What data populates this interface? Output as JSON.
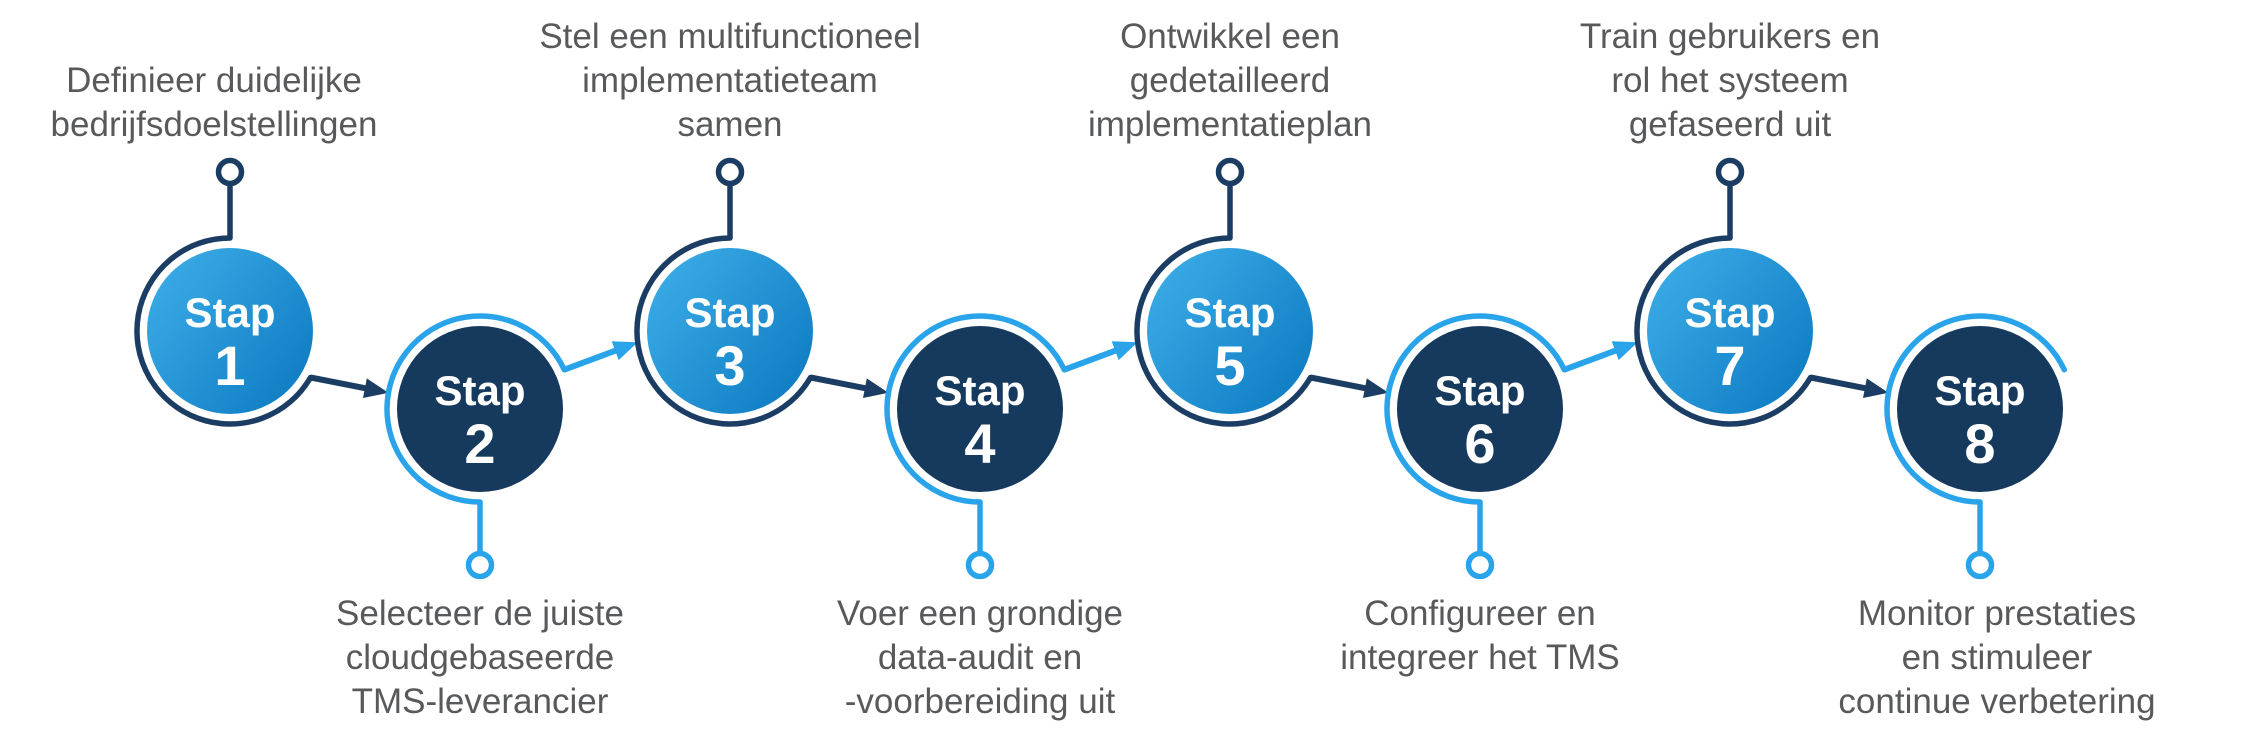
{
  "diagram": {
    "step_word": "Stap",
    "steps": [
      {
        "number": "1",
        "variant": "light",
        "label_position": "top",
        "description": "Definieer duidelijke\nbedrijfsdoelstellingen"
      },
      {
        "number": "2",
        "variant": "dark",
        "label_position": "bottom",
        "description": "Selecteer de juiste\ncloudgebaseerde\nTMS-leverancier"
      },
      {
        "number": "3",
        "variant": "light",
        "label_position": "top",
        "description": "Stel een multifunctioneel\nimplementatieteam\nsamen"
      },
      {
        "number": "4",
        "variant": "dark",
        "label_position": "bottom",
        "description": "Voer een grondige\ndata-audit en\n-voorbereiding uit"
      },
      {
        "number": "5",
        "variant": "light",
        "label_position": "top",
        "description": "Ontwikkel een\ngedetailleerd\nimplementatieplan"
      },
      {
        "number": "6",
        "variant": "dark",
        "label_position": "bottom",
        "description": "Configureer en\nintegreer het TMS"
      },
      {
        "number": "7",
        "variant": "light",
        "label_position": "top",
        "description": "Train gebruikers en\nrol het systeem\ngefaseerd uit"
      },
      {
        "number": "8",
        "variant": "dark",
        "label_position": "bottom",
        "description": "Monitor prestaties\nen stimuleer\ncontinue verbetering"
      }
    ],
    "colors": {
      "navy_stroke": "#1B3C63",
      "dark_circle_fill": "#163A5E",
      "cyan": "#29A4EA",
      "light_circle_gradient_start": "#3FB0EA",
      "light_circle_gradient_end": "#0A77BF",
      "label_text": "#58595B",
      "circle_text": "#FFFFFF"
    }
  }
}
